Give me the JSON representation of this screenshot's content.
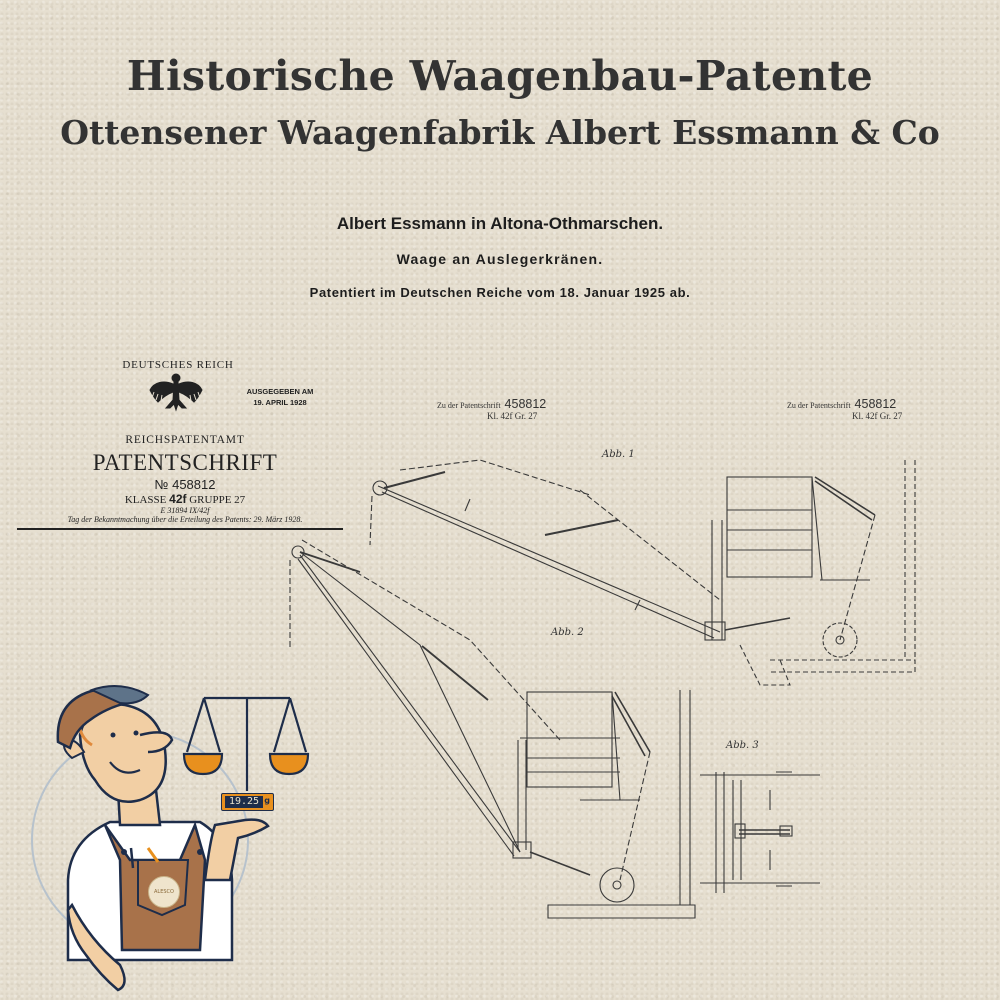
{
  "header": {
    "title": "Historische Waagenbau-Patente",
    "subtitle": "Ottensener Waagenfabrik Albert Essmann & Co"
  },
  "patent_title_block": {
    "applicant": "Albert Essmann in Altona-Othmarschen.",
    "invention": "Waage an Auslegerkränen.",
    "patented": "Patentiert im Deutschen Reiche vom 18. Januar 1925 ab."
  },
  "patent_header": {
    "state": "DEUTSCHES REICH",
    "issued_label": "AUSGEGEBEN AM",
    "issued_date": "19. APRIL 1928",
    "office": "REICHSPATENTAMT",
    "doc_type": "PATENTSCHRIFT",
    "number": "№ 458812",
    "klasse_label": "KLASSE",
    "klasse_value": "42f",
    "gruppe": "GRUPPE 27",
    "file_code": "E 31894 IX/42f",
    "announcement": "Tag der Bekanntmachung über die Erteilung des Patents: 29. März 1928."
  },
  "drawing_sheets": [
    {
      "label": "Zu der Patentschrift",
      "number": "458812",
      "class": "Kl. 42f  Gr. 27"
    },
    {
      "label": "Zu der Patentschrift",
      "number": "458812",
      "class": "Kl. 42f  Gr. 27"
    }
  ],
  "figures": [
    {
      "label": "Abb. 1"
    },
    {
      "label": "Abb. 2"
    },
    {
      "label": "Abb. 3"
    }
  ],
  "mascot": {
    "scale_display_value": "19.25",
    "scale_display_unit": "g",
    "badge_text": "ALESCO"
  },
  "colors": {
    "paper": "#e6dfd0",
    "ink": "#2a2a2a",
    "mascot_navy": "#1e2d4a",
    "mascot_orange": "#e8901e",
    "mascot_brown": "#a8724a",
    "mascot_skin": "#f2cfa4"
  }
}
